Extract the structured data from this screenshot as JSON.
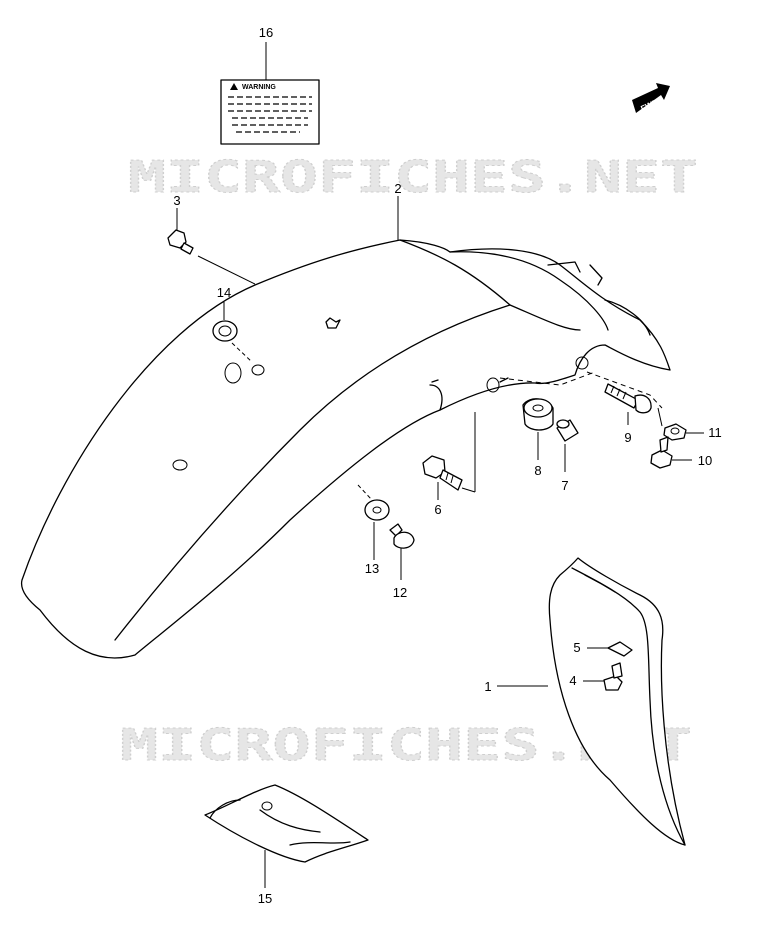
{
  "watermark": "MICROFICHES.NET",
  "warning_label_text": "WARNING",
  "fwd_label": "FWD",
  "callouts": {
    "p1": "1",
    "p2": "2",
    "p3": "3",
    "p4": "4",
    "p5": "5",
    "p6": "6",
    "p7": "7",
    "p8": "8",
    "p9": "9",
    "p10": "10",
    "p11": "11",
    "p12": "12",
    "p13": "13",
    "p14": "14",
    "p15": "15",
    "p16": "16"
  }
}
